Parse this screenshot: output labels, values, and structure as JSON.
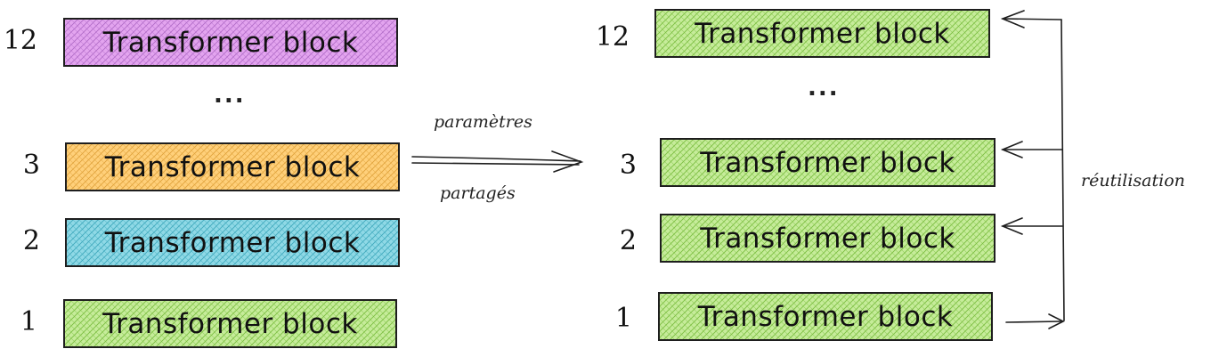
{
  "colors": {
    "purple": "#e3a4ef",
    "orange": "#ffd07a",
    "blue": "#8fd9e6",
    "green": "#c6ec9a",
    "hatch_purple": "#b16cc8",
    "hatch_orange": "#e0a33c",
    "hatch_blue": "#3fa9bd",
    "hatch_green": "#7dbf42"
  },
  "left_stack": {
    "blocks": [
      {
        "index": "12",
        "label": "Transformer block"
      },
      {
        "index": "3",
        "label": "Transformer block"
      },
      {
        "index": "2",
        "label": "Transformer block"
      },
      {
        "index": "1",
        "label": "Transformer block"
      }
    ],
    "ellipsis": "..."
  },
  "right_stack": {
    "blocks": [
      {
        "index": "12",
        "label": "Transformer block"
      },
      {
        "index": "3",
        "label": "Transformer block"
      },
      {
        "index": "2",
        "label": "Transformer block"
      },
      {
        "index": "1",
        "label": "Transformer block"
      }
    ],
    "ellipsis": "..."
  },
  "shared_arrow": {
    "top_label": "paramètres",
    "bottom_label": "partagés"
  },
  "reuse_label": "réutilisation"
}
